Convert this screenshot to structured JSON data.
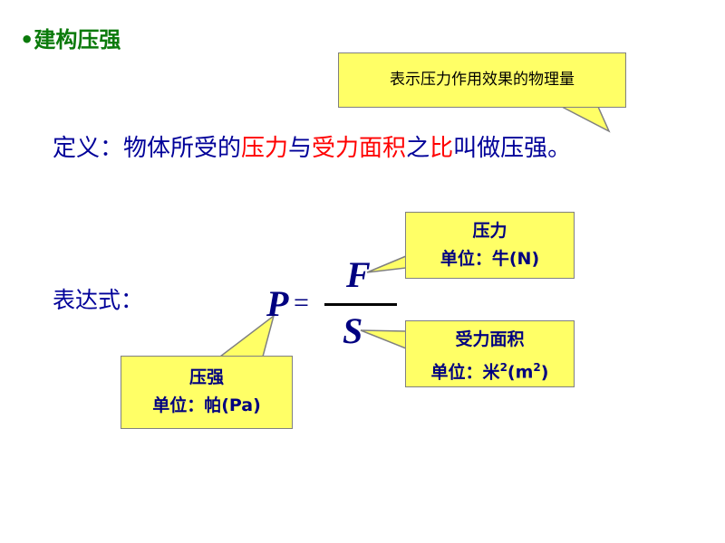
{
  "title": {
    "bullet": "•",
    "text": "建构压强"
  },
  "callout_top": "表示压力作用效果的物理量",
  "definition": {
    "part1": "定义：物体所受的",
    "red1": "压力",
    "part2": "与",
    "red2": "受力面积",
    "part3": "之",
    "red3": "比",
    "part4": "叫做压强。"
  },
  "expression_label": "表达式：",
  "formula": {
    "p": "P",
    "eq": "=",
    "f": "F",
    "s": "S"
  },
  "callout_f": {
    "name": "压力",
    "unit": "单位：牛(N)"
  },
  "callout_s": {
    "name": "受力面积",
    "unit_prefix": "单位：米",
    "sup1": "2",
    "unit_mid": "(m",
    "sup2": "2",
    "unit_end": ")"
  },
  "callout_p": {
    "name": "压强",
    "unit": "单位：帕(Pa)"
  },
  "colors": {
    "title": "#0b7a0b",
    "text": "#000099",
    "highlight": "#ff0000",
    "callout_fill": "#ffff66"
  }
}
